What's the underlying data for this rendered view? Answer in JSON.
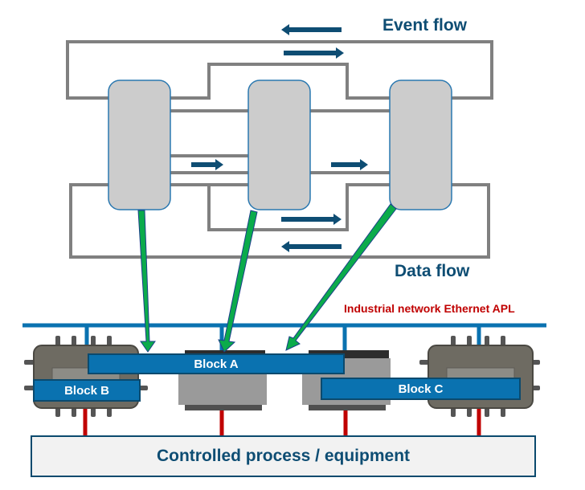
{
  "labels": {
    "event_flow": "Event flow",
    "data_flow": "Data flow",
    "network": "Industrial network Ethernet APL",
    "process": "Controlled process / equipment"
  },
  "blocks": [
    {
      "id": "A",
      "label": "Block A"
    },
    {
      "id": "B",
      "label": "Block B"
    },
    {
      "id": "C",
      "label": "Block C"
    }
  ],
  "function_blocks": [
    "left",
    "middle",
    "right"
  ],
  "devices": [
    {
      "type": "junction-box",
      "position": "left"
    },
    {
      "type": "din-rail-controller",
      "position": "center-left"
    },
    {
      "type": "din-rail-controller",
      "position": "center-right"
    },
    {
      "type": "junction-box",
      "position": "right"
    }
  ],
  "colors": {
    "flow_arrow": "#0e4d73",
    "connector": "#808080",
    "mapping_arrow": "#0bab4b",
    "network_bus": "#0a72b0",
    "power_line": "#c00000",
    "block_fill": "#0a72b0",
    "function_block_fill": "#cccccc"
  }
}
